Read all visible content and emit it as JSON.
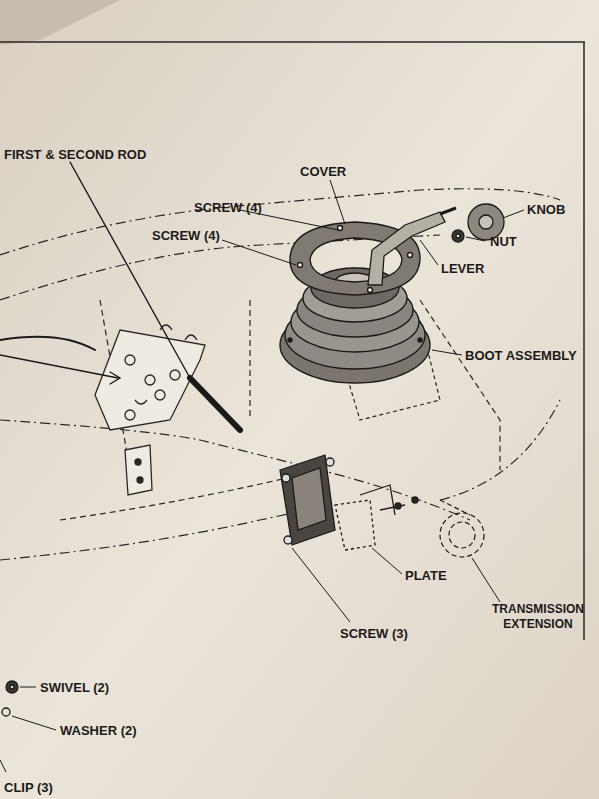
{
  "diagram": {
    "labels": [
      "FIRST & SECOND ROD",
      "COVER",
      "SCREW (4)",
      "SCREW (4)",
      "KNOB",
      "NUT",
      "LEVER",
      "BOOT ASSEMBLY",
      "PLATE",
      "TRANSMISSION EXTENSION",
      "SCREW (3)",
      "SWIVEL (2)",
      "WASHER (2)",
      "CLIP (3)"
    ]
  }
}
